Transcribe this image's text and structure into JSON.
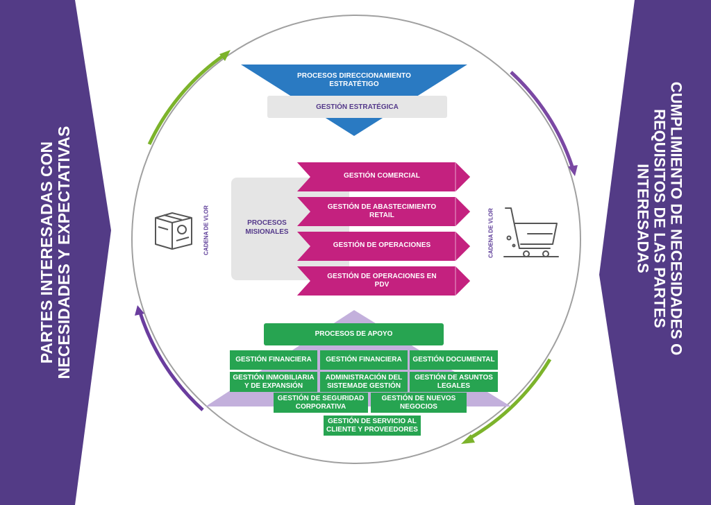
{
  "colors": {
    "side_panel": "#533b86",
    "direccionamiento_blue": "#2a7ac2",
    "gestion_estrategica_gray": "#e6e6e6",
    "misionales_pink": "#c4217f",
    "apoyo_green": "#27a451",
    "pyramid_lavender": "#c3b0dc",
    "circle_gray": "#a0a0a0",
    "arrow_green": "#7cb32b",
    "arrow_purple": "#7a48a3",
    "label_purple": "#54398a"
  },
  "left_panel": {
    "line1": "PARTES INTERESADAS CON",
    "line2": "NECESIDADES Y EXPECTATIVAS"
  },
  "right_panel": {
    "line1": "CUMPLIMIENTO DE NECESIDADES O",
    "line2": "REQUISITOS DE LAS PARTES",
    "line3": "INTERESADAS"
  },
  "direccionamiento": {
    "title": "PROCESOS DIRECCIONAMIENTO ESTRATÉTIGO",
    "process": "GESTIÓN ESTRATÉGICA"
  },
  "misionales": {
    "title": "PROCESOS MISIONALES",
    "processes": [
      "GESTIÓN COMERCIAL",
      "GESTIÓN DE ABASTECIMIENTO RETAIL",
      "GESTIÓN DE OPERACIONES",
      "GESTIÓN DE OPERACIONES EN PDV"
    ]
  },
  "cadena_left": "CADENA DE VLOR",
  "cadena_right": "CADENA DE VLOR",
  "icons": {
    "left": "box-package-icon",
    "right": "shopping-cart-icon"
  },
  "apoyo": {
    "title": "PROCESOS DE APOYO",
    "processes": [
      "GESTIÓN FINANCIERA",
      "GESTIÓN FINANCIERA",
      "GESTIÓN DOCUMENTAL",
      "GESTIÓN INMOBILIARIA Y DE EXPANSIÓN",
      "ADMINISTRACIÓN DEL SISTEMADE GESTIÓN",
      "GESTIÓN DE ASUNTOS LEGALES",
      "GESTIÓN DE SEGURIDAD CORPORATIVA",
      "GESTIÓN DE NUEVOS NEGOCIOS",
      "GESTIÓN DE SERVICIO AL CLIENTE Y PROVEEDORES"
    ]
  }
}
